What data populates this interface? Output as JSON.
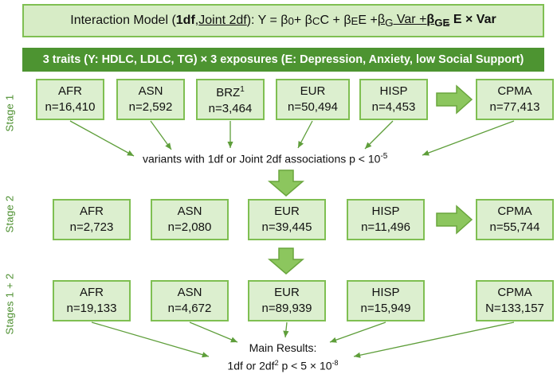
{
  "header": {
    "prefix": "Interaction Model (",
    "df1": "1df",
    "comma": ", ",
    "joint": "Joint 2df",
    "suffix": "):  Y = β",
    "b0sub": "0",
    "p1": " + β",
    "bcsub": "C",
    "p2": "C + β",
    "besub": "E",
    "p3": "E + ",
    "bg": "β",
    "bgsub": "G",
    "p4": " Var + ",
    "bge": "β",
    "bgesub": "GE",
    "p5": " E × Var"
  },
  "banner": "3 traits (Y: HDLC, LDLC, TG) × 3 exposures (E: Depression, Anxiety, low Social Support)",
  "stage_labels": [
    "Stage 1",
    "Stage 2",
    "Stages 1 + 2"
  ],
  "stage1": [
    {
      "label": "AFR",
      "n": "n=16,410"
    },
    {
      "label": "ASN",
      "n": "n=2,592"
    },
    {
      "label": "BRZ",
      "sup": "1",
      "n": "n=3,464"
    },
    {
      "label": "EUR",
      "n": "n=50,494"
    },
    {
      "label": "HISP",
      "n": "n=4,453"
    },
    {
      "label": "CPMA",
      "n": "n=77,413"
    }
  ],
  "variants_text": {
    "main": "variants with 1df or Joint 2df associations p < 10",
    "sup": "-5"
  },
  "stage2": [
    {
      "label": "AFR",
      "n": "n=2,723"
    },
    {
      "label": "ASN",
      "n": "n=2,080"
    },
    {
      "label": "EUR",
      "n": "n=39,445"
    },
    {
      "label": "HISP",
      "n": "n=11,496"
    },
    {
      "label": "CPMA",
      "n": "n=55,744"
    }
  ],
  "stage12": [
    {
      "label": "AFR",
      "n": "n=19,133"
    },
    {
      "label": "ASN",
      "n": "n=4,672"
    },
    {
      "label": "EUR",
      "n": "n=89,939"
    },
    {
      "label": "HISP",
      "n": "n=15,949"
    },
    {
      "label": "CPMA",
      "n": "N=133,157"
    }
  ],
  "main_results": {
    "title": "Main Results:",
    "line_a": "1df or 2df",
    "sup2": "2",
    "line_b": " p < 5 × 10",
    "sup8": "-8"
  },
  "colors": {
    "box_fill": "#dcefcf",
    "box_border": "#7fbf52",
    "banner": "#4d9431",
    "arrow": "#8cc65e",
    "line": "#5e9e3a"
  }
}
